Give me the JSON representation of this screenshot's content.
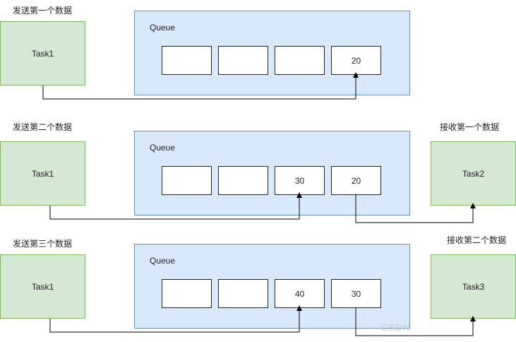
{
  "rows": [
    {
      "sender_caption": "发送第一个数据",
      "sender_label": "Task1",
      "queue_label": "Queue",
      "slots": [
        "",
        "",
        "",
        "20"
      ],
      "receiver_caption": "",
      "receiver_label": ""
    },
    {
      "sender_caption": "发送第二个数据",
      "sender_label": "Task1",
      "queue_label": "Queue",
      "slots": [
        "",
        "",
        "30",
        "20"
      ],
      "receiver_caption": "接收第一个数据",
      "receiver_label": "Task2"
    },
    {
      "sender_caption": "发送第三个数据",
      "sender_label": "Task1",
      "queue_label": "Queue",
      "slots": [
        "",
        "",
        "40",
        "30"
      ],
      "receiver_caption": "接收第二个数据",
      "receiver_label": "Task3"
    }
  ],
  "watermark": "CSDN",
  "colors": {
    "task_fill": "#d5e8d4",
    "task_border": "#82b366",
    "queue_fill": "#dae8fc",
    "queue_border": "#6c8ebf"
  }
}
